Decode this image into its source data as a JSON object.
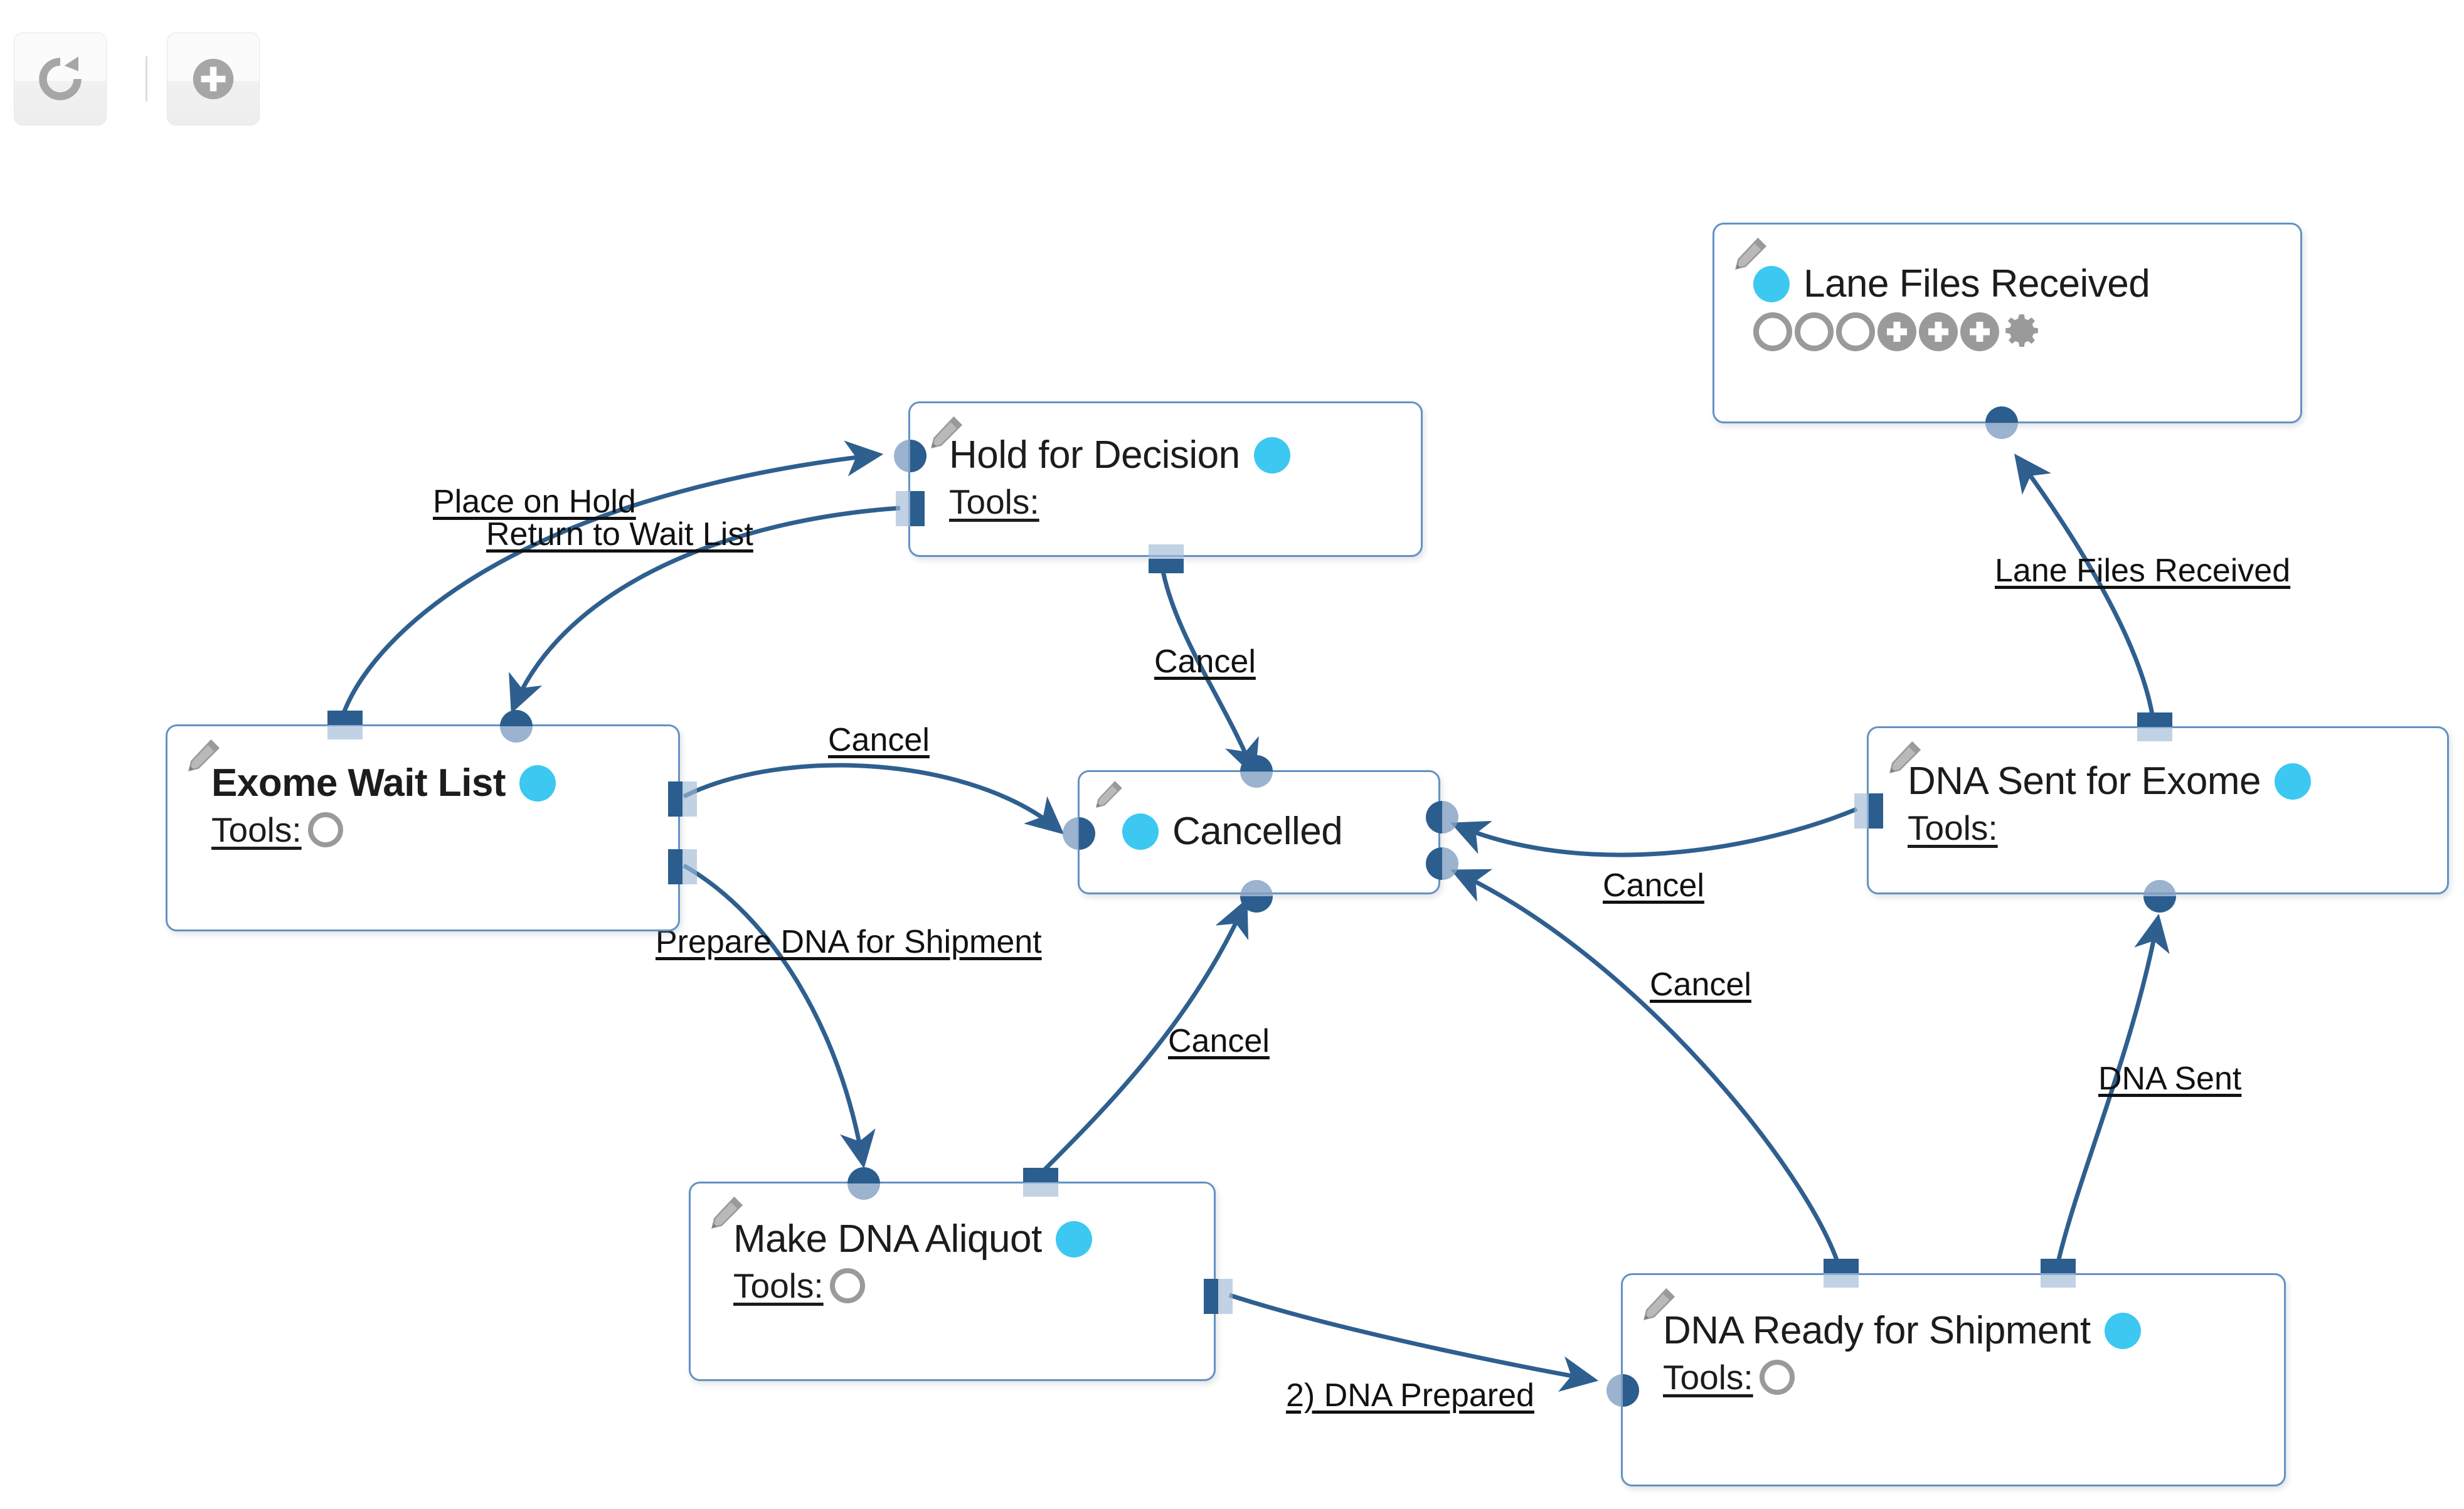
{
  "toolbar": {
    "buttons": [
      {
        "name": "refresh-button",
        "icon": "refresh-icon",
        "label": "Refresh"
      },
      {
        "name": "add-button",
        "icon": "plus-circle-icon",
        "label": "Add"
      }
    ]
  },
  "colors": {
    "status_dot": "#3cc8f0",
    "node_border": "#6292c4",
    "edge": "#2e5f8f",
    "port_dark": "#2b5d8e",
    "port_light": "#a0bad6",
    "icon_grey": "#9a9a9a"
  },
  "diagram": {
    "type": "workflow-state-diagram",
    "tools_label": "Tools:",
    "nodes": [
      {
        "id": "lane-files-received",
        "title": "Lane Files Received",
        "has_pencil": true,
        "has_status_dot": true,
        "bold": false,
        "tools_label": null,
        "tool_icons": [
          "circle",
          "circle",
          "circle",
          "plus-circle",
          "plus-circle",
          "plus-circle",
          "gear"
        ]
      },
      {
        "id": "hold-for-decision",
        "title": "Hold for Decision",
        "has_pencil": true,
        "has_status_dot": true,
        "bold": false,
        "tools_label": "Tools:",
        "tool_icons": []
      },
      {
        "id": "exome-wait-list",
        "title": "Exome Wait List",
        "has_pencil": true,
        "has_status_dot": true,
        "bold": true,
        "tools_label": "Tools:",
        "tool_icons": [
          "circle"
        ]
      },
      {
        "id": "cancelled",
        "title": "Cancelled",
        "has_pencil": true,
        "has_status_dot": true,
        "dot_position": "left",
        "bold": false,
        "tools_label": null,
        "tool_icons": []
      },
      {
        "id": "dna-sent-for-exome",
        "title": "DNA Sent for Exome",
        "has_pencil": true,
        "has_status_dot": true,
        "bold": false,
        "tools_label": "Tools:",
        "tool_icons": []
      },
      {
        "id": "make-dna-aliquot",
        "title": "Make DNA Aliquot",
        "has_pencil": true,
        "has_status_dot": true,
        "bold": false,
        "tools_label": "Tools:",
        "tool_icons": [
          "circle"
        ]
      },
      {
        "id": "dna-ready-for-shipment",
        "title": "DNA Ready for Shipment",
        "has_pencil": true,
        "has_status_dot": true,
        "bold": false,
        "tools_label": "Tools:",
        "tool_icons": [
          "circle"
        ]
      }
    ],
    "edges": [
      {
        "id": "e-place-on-hold",
        "label": "Place on Hold",
        "from": "exome-wait-list",
        "to": "hold-for-decision"
      },
      {
        "id": "e-return-to-wait-list",
        "label": "Return to Wait List",
        "from": "hold-for-decision",
        "to": "exome-wait-list"
      },
      {
        "id": "e-hold-cancel",
        "label": "Cancel",
        "from": "hold-for-decision",
        "to": "cancelled"
      },
      {
        "id": "e-wait-cancel",
        "label": "Cancel",
        "from": "exome-wait-list",
        "to": "cancelled"
      },
      {
        "id": "e-prepare-dna",
        "label": "Prepare DNA for Shipment",
        "from": "exome-wait-list",
        "to": "make-dna-aliquot"
      },
      {
        "id": "e-aliquot-cancel",
        "label": "Cancel",
        "from": "make-dna-aliquot",
        "to": "cancelled"
      },
      {
        "id": "e-dna-prepared",
        "label": "2) DNA Prepared",
        "from": "make-dna-aliquot",
        "to": "dna-ready-for-shipment"
      },
      {
        "id": "e-ready-cancel",
        "label": "Cancel",
        "from": "dna-ready-for-shipment",
        "to": "cancelled"
      },
      {
        "id": "e-sent-cancel",
        "label": "Cancel",
        "from": "dna-sent-for-exome",
        "to": "cancelled"
      },
      {
        "id": "e-dna-sent",
        "label": "DNA Sent",
        "from": "dna-ready-for-shipment",
        "to": "dna-sent-for-exome"
      },
      {
        "id": "e-lane-files-received",
        "label": "Lane Files Received",
        "from": "dna-sent-for-exome",
        "to": "lane-files-received"
      }
    ]
  }
}
